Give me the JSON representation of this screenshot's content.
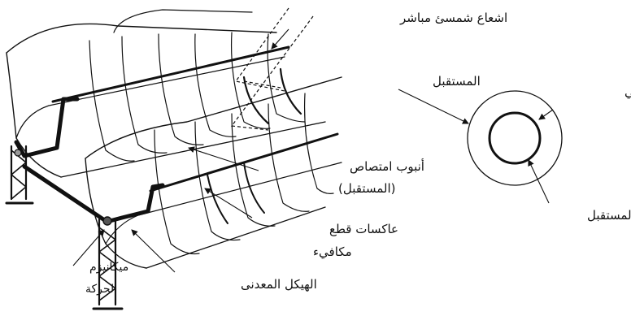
{
  "labels": {
    "direct_sunlight": "اشعاع شمسئ مباشر",
    "receiver_top": "المستقبل",
    "glass_envelope": "غلاف زجاجي",
    "absorber_tube_line1": "أنبوب امتصاص",
    "absorber_tube_line2": "(المستقبل)",
    "receiver_tube": "أنبوب المستقبل",
    "reflectors_line1": "عاكسات قطع",
    "reflectors_line2": "مكافيء",
    "drive_mechanism_line1": "ميكانيزم",
    "drive_mechanism_line2": "الحركة",
    "metal_frame": "الهيكل المعدنى"
  }
}
